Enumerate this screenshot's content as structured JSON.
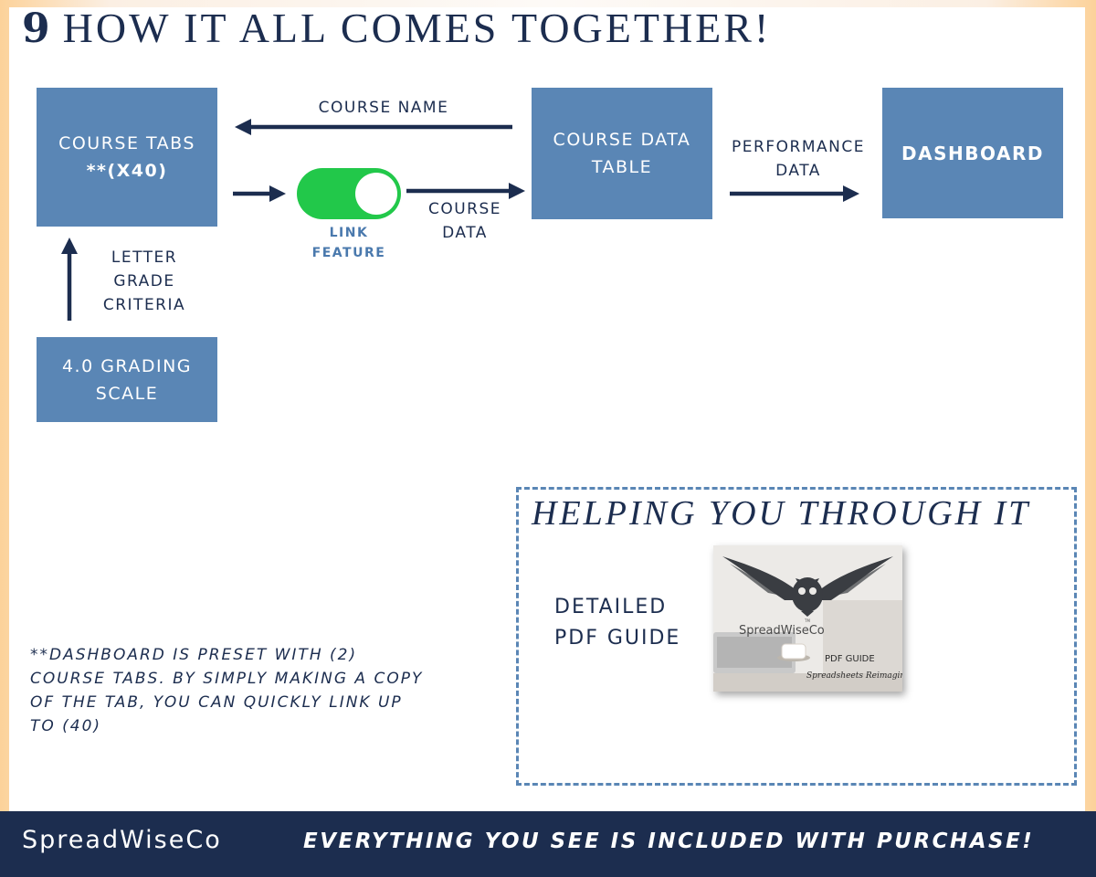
{
  "heading": {
    "number": "9",
    "title": "HOW IT ALL COMES TOGETHER!"
  },
  "diagram": {
    "boxes": {
      "course_tabs": {
        "line1": "COURSE TABS",
        "line2": "**(X40)"
      },
      "course_data_table": {
        "line1": "COURSE DATA",
        "line2": "TABLE"
      },
      "dashboard": "DASHBOARD",
      "grading_scale": {
        "line1": "4.0 GRADING",
        "line2": "SCALE"
      }
    },
    "arrow_labels": {
      "course_name": "COURSE NAME",
      "course_data": {
        "line1": "COURSE",
        "line2": "DATA"
      },
      "performance_data": {
        "line1": "PERFORMANCE",
        "line2": "DATA"
      },
      "letter_grade": {
        "line1": "LETTER",
        "line2": "GRADE",
        "line3": "CRITERIA"
      }
    },
    "toggle": {
      "label_line1": "LINK",
      "label_line2": "FEATURE",
      "state": "on",
      "color": "#22c84a"
    }
  },
  "note": "**DASHBOARD IS PRESET WITH (2) COURSE TABS.  BY SIMPLY MAKING A COPY OF THE TAB, YOU CAN QUICKLY LINK UP TO (40)",
  "help": {
    "title": "HELPING YOU THROUGH IT",
    "item_line1": "DETAILED",
    "item_line2": "PDF GUIDE",
    "guide_image": {
      "brand": "SpreadWiseCo",
      "tm": "TM",
      "caption": "PDF GUIDE",
      "script": "Spreadsheets Reimagined"
    }
  },
  "footer": {
    "brand": "SpreadWiseCo",
    "slogan": "EVERYTHING YOU SEE IS INCLUDED WITH PURCHASE!"
  },
  "colors": {
    "navy": "#1c2d4f",
    "box_blue": "#5a86b5",
    "toggle_green": "#22c84a"
  }
}
